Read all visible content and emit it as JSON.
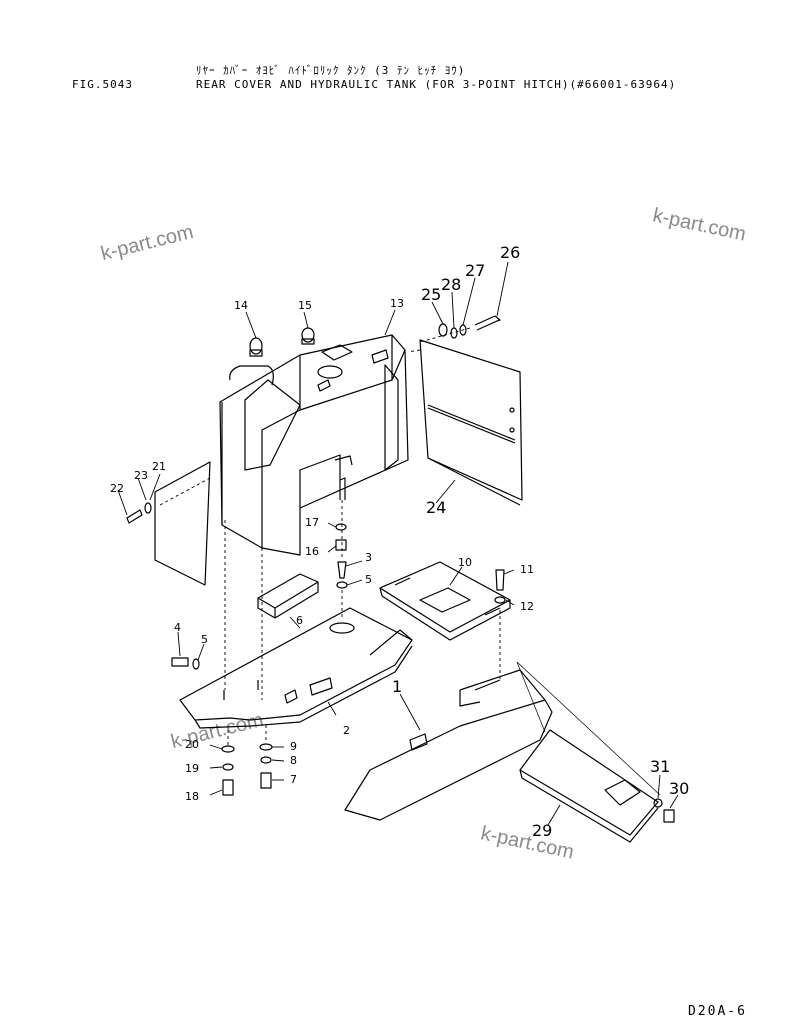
{
  "header": {
    "fig_label": "FIG.5043",
    "title_jp": "ﾘﾔｰ ｶﾊﾞｰ ｵﾖﾋﾞ ﾊｲﾄﾞﾛﾘｯｸ ﾀﾝｸ (3 ﾃﾝ ﾋｯﾁ ﾖｳ)",
    "title_en": "REAR COVER AND HYDRAULIC TANK (FOR 3-POINT HITCH)(#66001-63964)"
  },
  "page_code": "D20A-6",
  "watermarks": [
    "k-part.com",
    "k-part.com",
    "k-part.com",
    "k-part.com"
  ],
  "callouts": [
    "1",
    "2",
    "3",
    "4",
    "5",
    "5",
    "6",
    "7",
    "8",
    "9",
    "10",
    "11",
    "12",
    "13",
    "14",
    "15",
    "16",
    "17",
    "18",
    "19",
    "20",
    "21",
    "22",
    "23",
    "24",
    "25",
    "26",
    "27",
    "28",
    "29",
    "30",
    "31"
  ]
}
